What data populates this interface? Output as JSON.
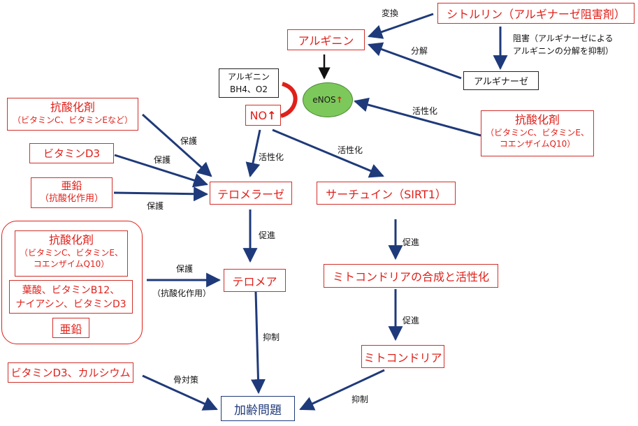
{
  "nodes": {
    "citrulline": "シトルリン（アルギナーゼ阻害剤）",
    "arginine": "アルギニン",
    "arginase": "アルギナーゼ",
    "cofactors_line1": "アルギニン",
    "cofactors_line2": "BH4、O2",
    "enos": "eNOS",
    "no": "NO",
    "antiox_left_title": "抗酸化剤",
    "antiox_left_sub": "（ビタミンC、ビタミンEなど）",
    "vitd3": "ビタミンD3",
    "zinc_title": "亜鉛",
    "zinc_sub": "（抗酸化作用）",
    "antiox_right_title": "抗酸化剤",
    "antiox_right_sub1": "（ビタミンC、ビタミンE、",
    "antiox_right_sub2": "コエンザイムQ10）",
    "telomerase": "テロメラーゼ",
    "sirtuin": "サーチュイン（SIRT1）",
    "group_antiox_title": "抗酸化剤",
    "group_antiox_sub1": "（ビタミンC、ビタミンE、",
    "group_antiox_sub2": "コエンザイムQ10）",
    "group_folate1": "葉酸、ビタミンB12、",
    "group_folate2": "ナイアシン、ビタミンD3",
    "group_zinc": "亜鉛",
    "telomere": "テロメア",
    "mito_synth": "ミトコンドリアの合成と活性化",
    "mitochondria": "ミトコンドリア",
    "vitd3_calcium": "ビタミンD3、カルシウム",
    "aging": "加齢問題",
    "up_arrow": "↑"
  },
  "labels": {
    "convert": "変換",
    "decompose": "分解",
    "inhibit_line1": "阻害（アルギナーゼによる",
    "inhibit_line2": "アルギニンの分解を抑制）",
    "activate_enos": "活性化",
    "protect1": "保護",
    "protect2": "保護",
    "protect3": "保護",
    "activate_telomerase": "活性化",
    "activate_sirtuin": "活性化",
    "promote_telomere": "促進",
    "promote_mito_synth": "促進",
    "promote_mito": "促進",
    "protect_group": "保護",
    "protect_group_sub": "（抗酸化作用）",
    "suppress_left": "抑制",
    "suppress_right": "抑制",
    "bone": "骨対策"
  },
  "colors": {
    "red": "#e0201a",
    "navy": "#1f3a7a",
    "enos_fill": "#7dc85a"
  }
}
